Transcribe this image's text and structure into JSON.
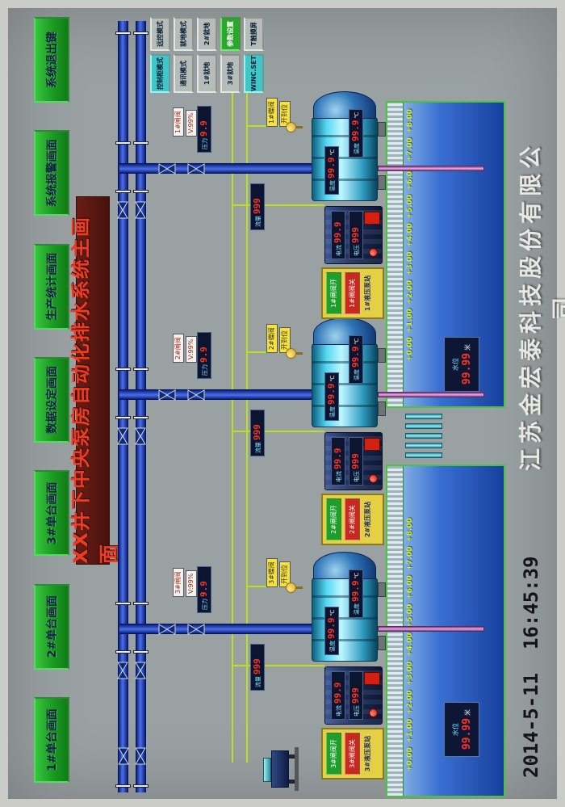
{
  "title_bar": {
    "text": "XX井下中央泵房自动化排水系统主画面"
  },
  "nav_buttons": [
    "1#单台画面",
    "2#单台画面",
    "3#单台画面",
    "数据设定画面",
    "生产统计画面",
    "系统报警画面",
    "系统退出键"
  ],
  "mode_buttons": [
    {
      "label": "控制柜模式",
      "style": "cyan"
    },
    {
      "label": "远控模式",
      "style": "gray"
    },
    {
      "label": "通讯模式",
      "style": "gray"
    },
    {
      "label": "就地模式",
      "style": "gray"
    },
    {
      "label": "1#就地",
      "style": "gray"
    },
    {
      "label": "2#就地",
      "style": "gray"
    },
    {
      "label": "3#就地",
      "style": "gray"
    },
    {
      "label": "参数设置",
      "style": "green"
    },
    {
      "label": "WINC.SET",
      "style": "cyan"
    },
    {
      "label": "T触摸屏",
      "style": "gray"
    }
  ],
  "units": [
    {
      "id": "3#",
      "gate_tag": "3#闸阀",
      "gate_opening": "V:99%",
      "butterfly_tag": "3#蝶阀",
      "butterfly_state": "开到位",
      "flow": {
        "label": "流量",
        "value": "999"
      },
      "pressure": {
        "label": "压力",
        "value": "9.9"
      },
      "hydraulic": {
        "open_btn": "3#闸阀开",
        "close_btn": "3#闸阀关",
        "title": "3#液压泵站"
      },
      "motor": {
        "current_label": "电流",
        "current": "99.9",
        "voltage_label": "电压",
        "voltage": "999"
      },
      "pump": {
        "temp1_label": "温度",
        "temp1": "99.9",
        "temp1_unit": "℃",
        "temp2_label": "温度",
        "temp2": "99.9",
        "temp2_unit": "℃"
      }
    },
    {
      "id": "2#",
      "gate_tag": "2#闸阀",
      "gate_opening": "V:99%",
      "butterfly_tag": "2#蝶阀",
      "butterfly_state": "开到位",
      "flow": {
        "label": "流量",
        "value": "999"
      },
      "pressure": {
        "label": "压力",
        "value": "9.9"
      },
      "hydraulic": {
        "open_btn": "2#闸阀开",
        "close_btn": "2#闸阀关",
        "title": "2#液压泵站"
      },
      "motor": {
        "current_label": "电流",
        "current": "99.9",
        "voltage_label": "电压",
        "voltage": "999"
      },
      "pump": {
        "temp1_label": "温度",
        "temp1": "99.9",
        "temp1_unit": "℃",
        "temp2_label": "温度",
        "temp2": "99.9",
        "temp2_unit": "℃"
      }
    },
    {
      "id": "1#",
      "gate_tag": "1#闸阀",
      "gate_opening": "V:99%",
      "butterfly_tag": "1#蝶阀",
      "butterfly_state": "开到位",
      "flow": {
        "label": "流量",
        "value": "999"
      },
      "pressure": {
        "label": "压力",
        "value": "9.9"
      },
      "hydraulic": {
        "open_btn": "1#闸阀开",
        "close_btn": "1#闸阀关",
        "title": "1#液压泵站"
      },
      "motor": {
        "current_label": "电流",
        "current": "99.9",
        "voltage_label": "电压",
        "voltage": "999"
      },
      "pump": {
        "temp1_label": "温度",
        "temp1": "99.9",
        "temp1_unit": "℃",
        "temp2_label": "温度",
        "temp2": "99.9",
        "temp2_unit": "℃"
      }
    }
  ],
  "tanks": [
    {
      "scale": [
        "+0.00",
        "+1.00",
        "+2.00",
        "+3.00",
        "+4.00",
        "+5.00",
        "+6.00",
        "+7.00",
        "+8.00"
      ],
      "level_label": "水位",
      "level_value": "99.99",
      "level_unit": "米"
    },
    {
      "scale": [
        "+0.00",
        "+1.00",
        "+2.00",
        "+3.00",
        "+4.00",
        "+5.00",
        "+6.00",
        "+7.00",
        "+8.00"
      ],
      "level_label": "水位",
      "level_value": "99.99",
      "level_unit": "米"
    }
  ],
  "footer": {
    "company": "江苏金宏泰科技股份有限公司",
    "timestamp": "2014-5-11  16:45:39"
  },
  "colors": {
    "accent_green": "#1fa426",
    "alarm_red": "#ff3524",
    "pipe_blue": "#2a47c8",
    "signal_lime": "#b9e21e",
    "suction_purple": "#d98ad9",
    "hmi_gray": "#9aa1a3"
  }
}
